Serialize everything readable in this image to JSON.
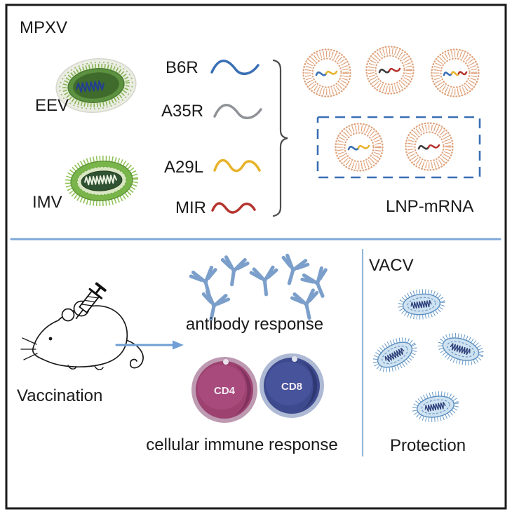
{
  "figure": {
    "top": {
      "mpxv_label": "MPXV",
      "eev_label": "EEV",
      "imv_label": "IMV",
      "antigens": [
        {
          "name": "B6R",
          "color": "#3a6fb5"
        },
        {
          "name": "A35R",
          "color": "#8f9296"
        },
        {
          "name": "A29L",
          "color": "#e7b32b"
        },
        {
          "name": "MIR",
          "color": "#b5342e"
        }
      ],
      "lnp_label": "LNP-mRNA"
    },
    "bottom": {
      "vaccination_label": "Vaccination",
      "antibody_response_label": "antibody response",
      "cd4_label": "CD4",
      "cd8_label": "CD8",
      "cellular_response_label": "cellular immune response",
      "vacv_label": "VACV",
      "protection_label": "Protection"
    }
  },
  "colors": {
    "mrna_blue": "#3a6fb5",
    "mrna_gray": "#8f9296",
    "mrna_yellow": "#e7b32b",
    "mrna_red": "#b5342e",
    "mrna_dark": "#3d3d3d",
    "lnp_membrane": "#dfa37d",
    "dashed_box": "#3a6fb5",
    "divider": "#6f9fd4",
    "divider_light": "#93b8da",
    "arrow": "#6f9fd4",
    "antibody": "#7b9fca",
    "cd4_body": "#9c4170",
    "cd8_body": "#3e4a8e",
    "vacv_stroke": "#6a9bc8",
    "vacv_fill": "#cfe2f1",
    "vacv_coil": "#2c3f7a"
  }
}
